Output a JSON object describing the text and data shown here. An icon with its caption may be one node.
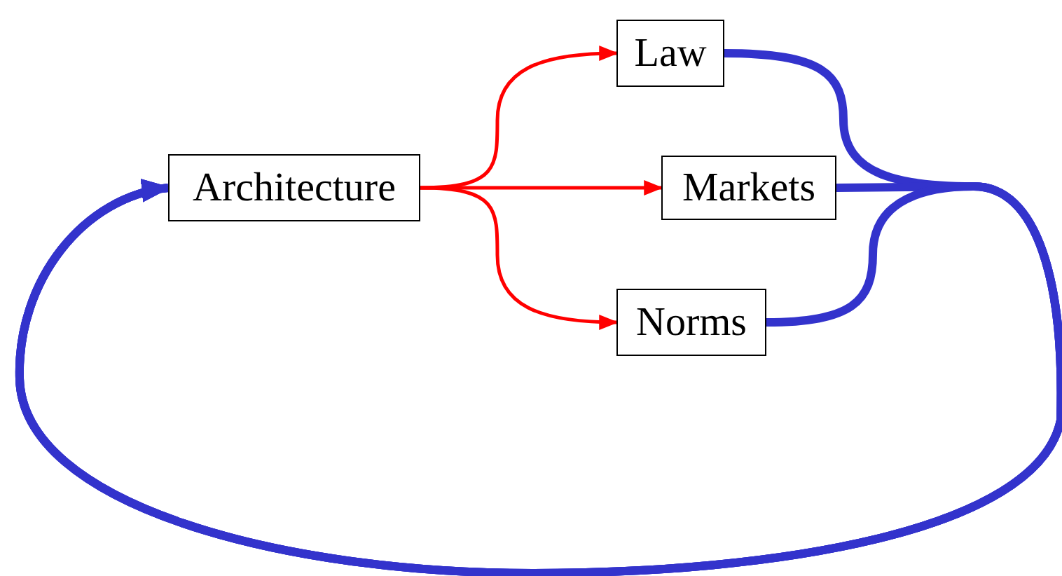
{
  "diagram": {
    "nodes": [
      {
        "text": [
          "Architecture"
        ]
      },
      {
        "text": [
          "Law"
        ]
      },
      {
        "text": [
          "Markets"
        ]
      },
      {
        "text": [
          "Norms"
        ]
      }
    ],
    "edges": [
      {
        "from": 0,
        "to": 1,
        "arrow": "to",
        "color": "#ff0000"
      },
      {
        "from": 0,
        "to": 2,
        "arrow": "to",
        "color": "#ff0000"
      },
      {
        "from": 0,
        "to": 3,
        "arrow": "to",
        "color": "#ff0000"
      },
      {
        "from": 1,
        "to": 0,
        "arrow": "to",
        "style": "thick",
        "color": "#3333cc"
      },
      {
        "from": 2,
        "to": 0,
        "arrow": "to",
        "style": "thick",
        "color": "#3333cc"
      },
      {
        "from": 3,
        "to": 0,
        "arrow": "to",
        "style": "thick",
        "color": "#3333cc"
      }
    ]
  }
}
